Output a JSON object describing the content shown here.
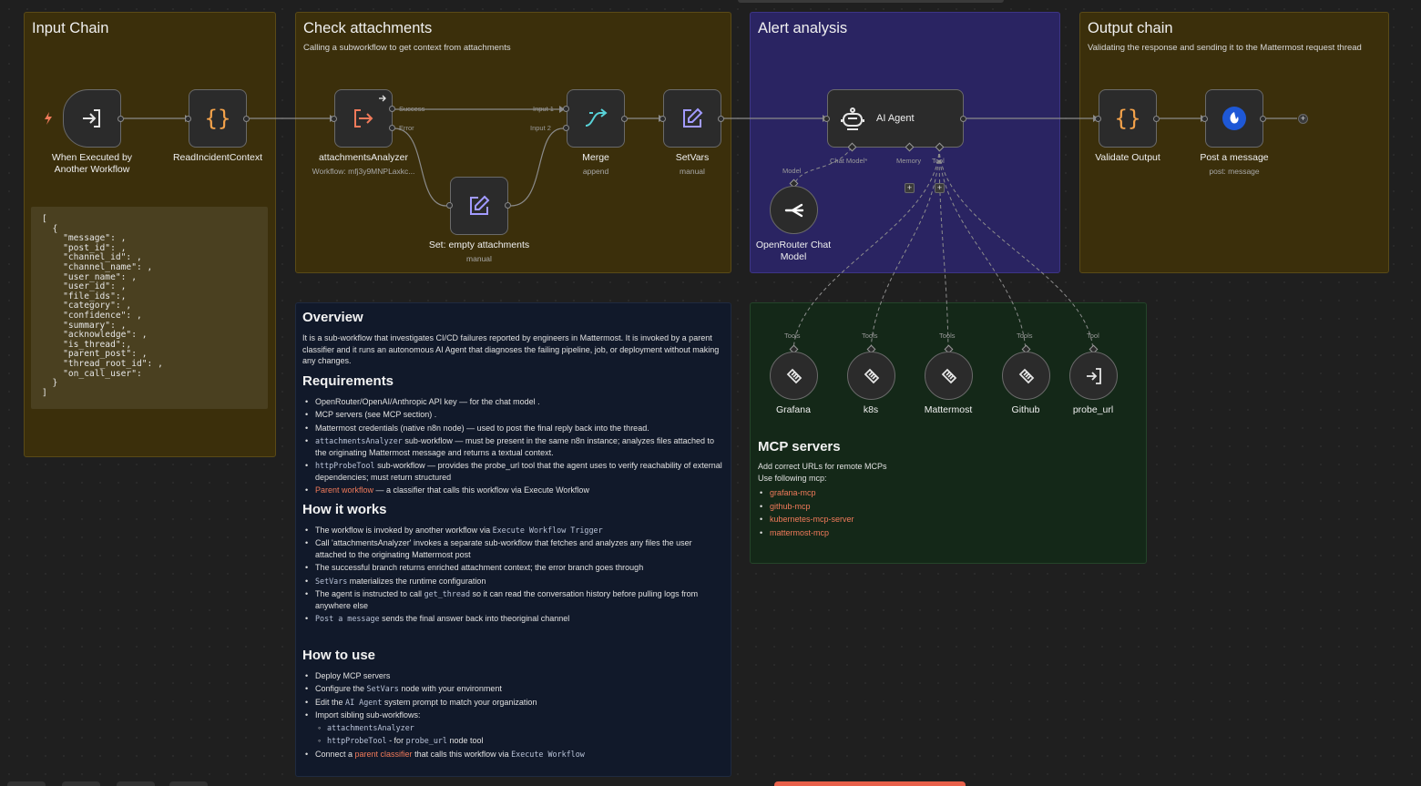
{
  "stickies": {
    "input_chain": {
      "title": "Input Chain"
    },
    "check_attachments": {
      "title": "Check attachments",
      "subtitle": "Calling a subworkflow to get context from attachments"
    },
    "alert_analysis": {
      "title": "Alert analysis"
    },
    "output_chain": {
      "title": "Output chain",
      "subtitle": "Validating the response and sending it to the Mattermost request thread"
    }
  },
  "sample_json": "[\n  {\n    \"message\": ,\n    \"post_id\": ,\n    \"channel_id\": ,\n    \"channel_name\": ,\n    \"user_name\": ,\n    \"user_id\": ,\n    \"file_ids\":,\n    \"category\": ,\n    \"confidence\": ,\n    \"summary\": ,\n    \"acknowledge\": ,\n    \"is_thread\":,\n    \"parent_post\": ,\n    \"thread_root_id\": ,\n    \"on_call_user\":\n  }\n]",
  "nodes": {
    "trigger": {
      "label": "When Executed by Another Workflow"
    },
    "read_context": {
      "label": "ReadIncidentContext"
    },
    "attachments_analyzer": {
      "label": "attachmentsAnalyzer",
      "sub": "Workflow: mfj3y9MNPLaxkc..."
    },
    "merge": {
      "label": "Merge",
      "sub": "append"
    },
    "setvars": {
      "label": "SetVars",
      "sub": "manual"
    },
    "set_empty": {
      "label": "Set: empty attachments",
      "sub": "manual"
    },
    "ai_agent": {
      "label": "AI Agent"
    },
    "openrouter": {
      "label": "OpenRouter Chat Model"
    },
    "validate": {
      "label": "Validate Output"
    },
    "post_message": {
      "label": "Post a message",
      "sub": "post: message"
    },
    "tools": [
      {
        "label": "Grafana",
        "port": "Tools"
      },
      {
        "label": "k8s",
        "port": "Tools"
      },
      {
        "label": "Mattermost",
        "port": "Tools"
      },
      {
        "label": "Github",
        "port": "Tools"
      },
      {
        "label": "probe_url",
        "port": "Tool"
      }
    ]
  },
  "ports": {
    "success": "Success",
    "error": "Error",
    "input1": "Input 1",
    "input2": "Input 2",
    "chat_model": "Chat Model*",
    "memory": "Memory",
    "tool": "Tool",
    "model": "Model"
  },
  "overview": {
    "title": "Overview",
    "text": "It is a sub-workflow that investigates CI/CD failures reported by engineers in Mattermost. It is invoked by a parent classifier and it runs an autonomous AI Agent that diagnoses the failing pipeline, job, or deployment without making any changes.",
    "requirements_title": "Requirements",
    "req1": "OpenRouter/OpenAI/Anthropic API key — for the chat model .",
    "req2": "MCP servers (see MCP section) .",
    "req3": "Mattermost credentials (native n8n node) — used to post the final reply back into the thread.",
    "req4_code": "attachmentsAnalyzer",
    "req4_text": " sub-workflow — must be present in the same n8n instance; analyzes files attached to the originating Mattermost message and returns a textual context.",
    "req5_code": "httpProbeTool",
    "req5_text": " sub-workflow — provides the probe_url tool that the agent uses to verify reachability of external dependencies; must return structured",
    "req6_link": "Parent workflow",
    "req6_text": " — a classifier that calls this workflow via Execute Workflow",
    "how_title": "How it works",
    "how1_text": "The workflow is invoked by another workflow via ",
    "how1_code": "Execute Workflow Trigger",
    "how2": "Call 'attachmentsAnalyzer' invokes a separate sub-workflow that fetches and analyzes any files the user attached to the originating Mattermost post",
    "how3": "The successful branch returns enriched attachment context; the error branch goes through",
    "how4_code": "SetVars",
    "how4_text": " materializes the runtime configuration",
    "how5_a": "The agent is instructed to call ",
    "how5_code": "get_thread",
    "how5_b": " so it can read the conversation history before pulling logs from anywhere else",
    "how6_code": "Post a message",
    "how6_text": " sends the final answer back into theoriginal channel",
    "use_title": "How to use",
    "use1": "Deploy MCP servers",
    "use2_a": "Configure the ",
    "use2_code": "SetVars",
    "use2_b": " node with your environment",
    "use3_a": "Edit the ",
    "use3_code": "AI Agent",
    "use3_b": " system prompt to match your organization",
    "use4": "Import sibling sub-workflows:",
    "use4a_code": "attachmentsAnalyzer",
    "use4b_code": "httpProbeTool",
    "use4b_a": " - for ",
    "use4b_code2": "probe_url",
    "use4b_b": " node tool",
    "use5_a": "Connect a ",
    "use5_link": "parent classifier",
    "use5_b": " that calls this workflow via ",
    "use5_code": "Execute Workflow"
  },
  "mcp": {
    "title": "MCP servers",
    "line1": "Add correct URLs for remote MCPs",
    "line2": "Use following mcp:",
    "items": [
      "grafana-mcp",
      "github-mcp",
      "kubernetes-mcp-server",
      "mattermost-mcp"
    ]
  },
  "colors": {
    "accent": "#f07a5a",
    "sticky_yellow": "#3b2f0b",
    "sticky_purple": "#2a2462",
    "sticky_navy": "#11192a",
    "sticky_green": "#142818",
    "icon_orange": "#f4a24a",
    "icon_purple": "#a29bff",
    "icon_teal": "#58d2d8",
    "icon_red": "#f07a5a"
  },
  "icons": {
    "trigger": "sign-in-icon",
    "read_context": "curly-braces-icon",
    "attachments_analyzer": "sub-workflow-icon",
    "merge": "merge-icon",
    "setvars": "pencil-icon",
    "ai_agent": "robot-icon",
    "openrouter": "openrouter-icon",
    "post_message": "mattermost-icon",
    "tool": "wrench-icon"
  }
}
